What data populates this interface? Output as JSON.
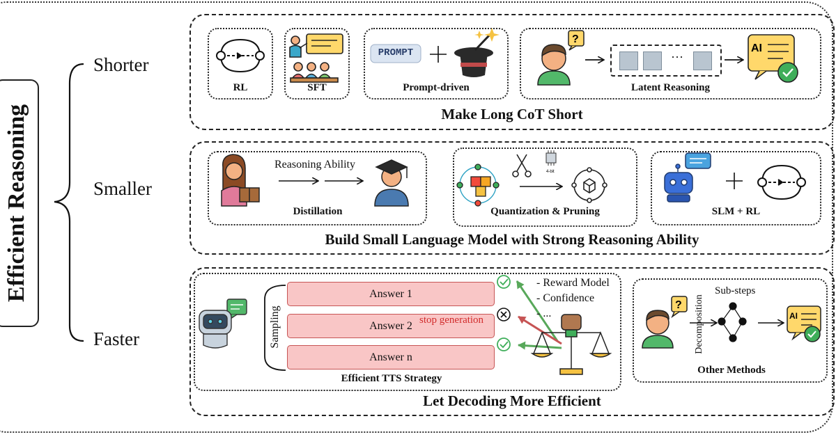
{
  "main_title": "Efficient Reasoning",
  "categories": {
    "shorter": "Shorter",
    "smaller": "Smaller",
    "faster": "Faster"
  },
  "shorter": {
    "section_title": "Make Long CoT Short",
    "rl_label": "RL",
    "sft_label": "SFT",
    "prompt_label": "Prompt-driven",
    "prompt_tag": "PROMPT",
    "latent_label": "Latent Reasoning",
    "ellipsis": "···"
  },
  "smaller": {
    "section_title": "Build Small Language Model with Strong Reasoning Ability",
    "distill_caption": "Reasoning Ability",
    "distill_label": "Distillation",
    "quant_label": "Quantization & Pruning",
    "chip_text": "4-bit",
    "slm_label": "SLM + RL",
    "plus": "+"
  },
  "faster": {
    "section_title": "Let Decoding More Efficient",
    "tts_label": "Efficient TTS Strategy",
    "sampling_label": "Sampling",
    "answers": [
      "Answer 1",
      "Answer 2",
      "Answer n"
    ],
    "stop_generation": "stop generation",
    "criteria": [
      "- Reward Model",
      "- Confidence",
      "- ..."
    ],
    "other_label": "Other Methods",
    "substeps_label": "Sub-steps",
    "decomposition_label": "Decomposition",
    "ai_text": "AI"
  },
  "colors": {
    "accent_red": "#d12b2b",
    "answer_fill": "#f9c6c6",
    "check_green": "#3fae5a",
    "arrow_green": "#58a85a"
  }
}
